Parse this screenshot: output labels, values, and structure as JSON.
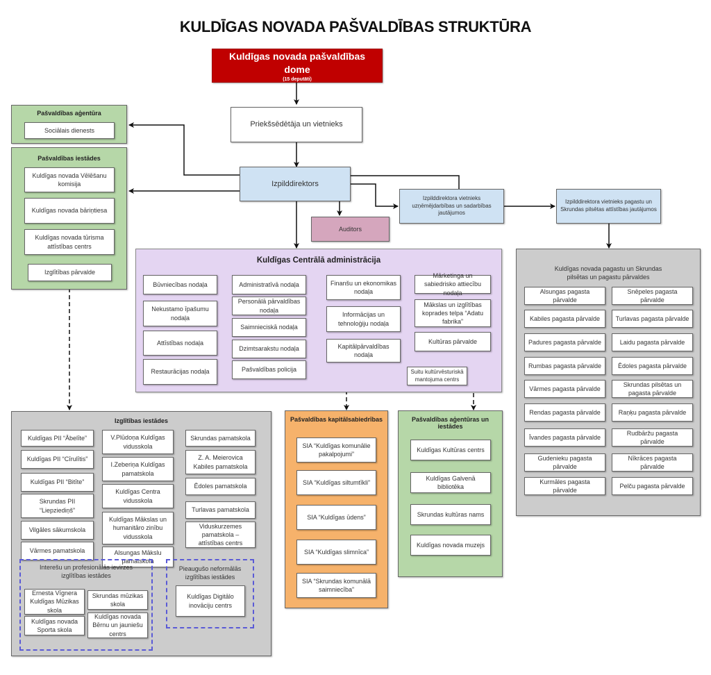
{
  "title": "KULDĪGAS NOVADA PAŠVALDĪBAS STRUKTŪRA",
  "colors": {
    "council": "#c00000",
    "executive": "#cfe2f3",
    "auditor": "#d5a6bd",
    "agency": "#b6d7a8",
    "administration": "#e4d5f2",
    "education": "#cccccc",
    "companies": "#f6b26b",
    "parishes": "#cccccc",
    "dashed_border": "#5a5ad6"
  },
  "council": {
    "name": "Kuldīgas novada pašvaldības dome",
    "note": "(15 deputāti)"
  },
  "chair": "Priekšsēdētāja un vietnieks",
  "executive_director": "Izpilddirektors",
  "auditor": "Auditors",
  "deputy_business": "Izpilddirektora vietnieks uzņēmējdarbības un sadarbības jautājumos",
  "deputy_parishes": "Izpilddirektora vietnieks pagastu un Skrundas pilsētas attīstības jautājumos",
  "municipal_agency": {
    "title": "Pašvaldības aģentūra",
    "items": [
      "Sociālais dienests"
    ]
  },
  "municipal_institutions": {
    "title": "Pašvaldības iestādes",
    "items": [
      "Kuldīgas novada Vēlēšanu komisija",
      "Kuldīgas novada bāriņtiesa",
      "Kuldīgas novada tūrisma attīstības centrs",
      "Izglītības pārvalde"
    ]
  },
  "central_admin": {
    "title": "Kuldīgas Centrālā administrācija",
    "col1": [
      "Būvniecības nodaļa",
      "Nekustamo īpašumu nodaļa",
      "Attīstības nodaļa",
      "Restaurācijas nodaļa"
    ],
    "col2": [
      "Administratīvā nodaļa",
      "Personālā pārvaldības nodaļa",
      "Saimnieciskā nodaļa",
      "Dzimtsarakstu nodaļa",
      "Pašvaldības policija"
    ],
    "col3": [
      "Finanšu un ekonomikas nodaļa",
      "Informācijas un tehnoloģiju nodaļa",
      "Kapitālpārvaldības nodaļa"
    ],
    "col4": [
      "Mārketinga un sabiedrisko attiecību nodaļa",
      "Mākslas un izglītības koprades telpa “Adatu fabrika”",
      "Kultūras pārvalde"
    ],
    "sub": "Suitu kultūrvēsturiskā mantojuma centrs"
  },
  "parishes": {
    "title": "Kuldīgas novada pagastu un Skrundas pilsētas un pagastu pārvaldes",
    "left": [
      "Alsungas pagasta pārvalde",
      "Kabiles pagasta pārvalde",
      "Padures pagasta pārvalde",
      "Rumbas pagasta pārvalde",
      "Vārmes pagasta pārvalde",
      "Rendas pagasta pārvalde",
      "Īvandes pagasta pārvalde",
      "Gudenieku pagasta pārvalde",
      "Kurmāles pagasta pārvalde"
    ],
    "right": [
      "Snēpeles pagasta pārvalde",
      "Turlavas pagasta pārvalde",
      "Laidu pagasta pārvalde",
      "Ēdoles pagasta pārvalde",
      "Skrundas pilsētas un pagasta pārvalde",
      "Raņķu pagasta pārvalde",
      "Rudbāržu pagasta pārvalde",
      "Nīkrāces pagasta pārvalde",
      "Pelču pagasta pārvalde"
    ]
  },
  "education": {
    "title": "Izglītības iestādes",
    "col1": [
      "Kuldīgas PII “Ābelīte”",
      "Kuldīgas PII “Cīrulītis”",
      "Kuldīgas PII “Bitīte”",
      "Skrundas PII “Liepziediņš”",
      "Vilgāles sākumskola",
      "Vārmes pamatskola"
    ],
    "col2": [
      "V.Plūdoņa Kuldīgas vidusskola",
      "I.Zeberiņa Kuldīgas pamatskola",
      "Kuldīgas Centra vidusskola",
      "Kuldīgas Mākslas un humanitāro zinību vidusskola",
      "Alsungas Mākslu pamatskola"
    ],
    "col3": [
      "Skrundas pamatskola",
      "Z. A. Meierovica Kabiles pamatskola",
      "Ēdoles pamatskola",
      "Turlavas pamatskola",
      "Viduskurzemes pamatskola – attīstības centrs"
    ],
    "interest": {
      "title": "Interešu un profesionālās ievirzes izglītības iestādes",
      "items": [
        "Ernesta Vīgnera Kuldīgas Mūzikas skola",
        "Skrundas mūzikas skola",
        "Kuldīgas novada Sporta skola",
        "Kuldīgas novada Bērnu un jauniešu centrs"
      ]
    },
    "adult": {
      "title": "Pieaugušo neformālās izglītības iestādes",
      "items": [
        "Kuldīgas Digitālo inovāciju centrs"
      ]
    }
  },
  "companies": {
    "title": "Pašvaldības kapitālsabiedrības",
    "items": [
      "SIA “Kuldīgas komunālie pakalpojumi”",
      "SIA “Kuldīgas siltumtīkli”",
      "SIA “Kuldīgas ūdens”",
      "SIA “Kuldīgas slimnīca”",
      "SIA “Skrundas komunālā saimniecība”"
    ]
  },
  "culture_agencies": {
    "title": "Pašvaldības aģentūras un iestādes",
    "items": [
      "Kuldīgas Kultūras centrs",
      "Kuldīgas Galvenā bibliotēka",
      "Skrundas kultūras nams",
      "Kuldīgas novada muzejs"
    ]
  }
}
